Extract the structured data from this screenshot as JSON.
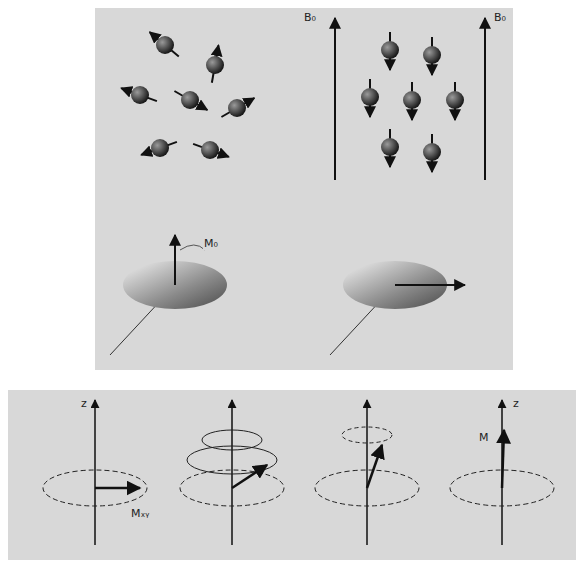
{
  "diagram": {
    "labels": [
      "B₀",
      "B₀",
      "M₀",
      "z",
      "Mₓᵧ",
      "z",
      "M"
    ]
  }
}
